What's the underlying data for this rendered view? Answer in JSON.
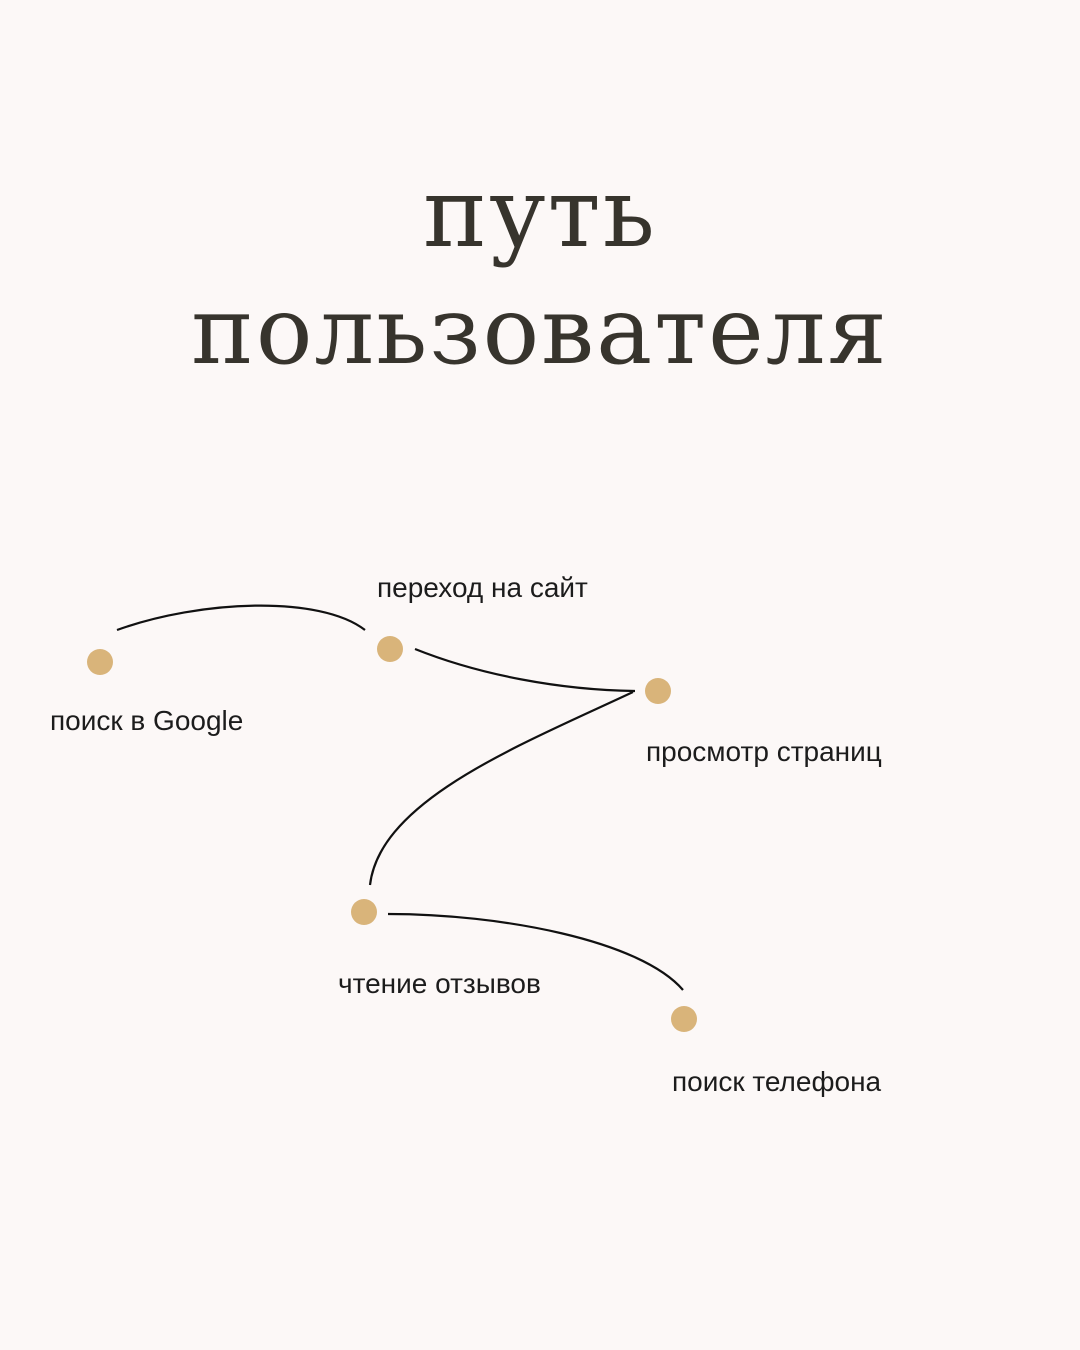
{
  "title": {
    "line1": "путь",
    "line2": "пользователя"
  },
  "steps": [
    {
      "label": "поиск в Google"
    },
    {
      "label": "переход на сайт"
    },
    {
      "label": "просмотр страниц"
    },
    {
      "label": "чтение отзывов"
    },
    {
      "label": "поиск телефона"
    }
  ],
  "colors": {
    "dot": "#d9b47a",
    "line": "#111111",
    "text": "#37342d"
  }
}
